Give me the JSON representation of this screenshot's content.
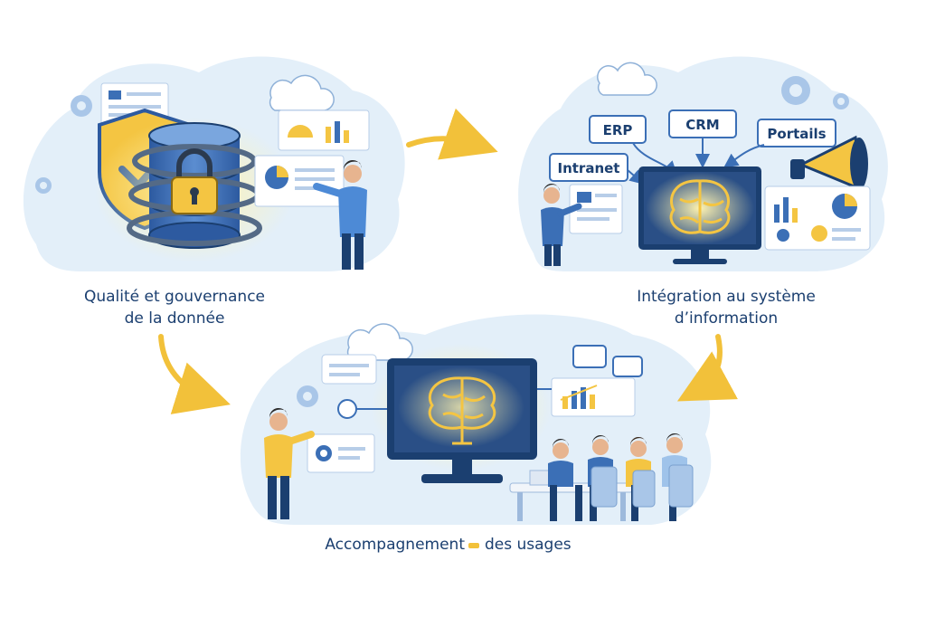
{
  "stages": [
    {
      "id": "quality",
      "caption": [
        "Qualité et gouvernance",
        "de la donnée"
      ]
    },
    {
      "id": "integration",
      "caption": [
        "Intégration au système",
        "d’information"
      ]
    },
    {
      "id": "adoption",
      "caption_left": "Accompagnement",
      "caption_right": "des usages"
    }
  ],
  "systems": [
    "ERP",
    "CRM",
    "Portails",
    "Intranet"
  ],
  "colors": {
    "navy": "#1b3f70",
    "blue": "#3b6fb6",
    "light_blue": "#d7e8f6",
    "cloud": "#e3eff9",
    "gold": "#f4c542",
    "arrow": "#f2c13a",
    "white": "#ffffff"
  }
}
